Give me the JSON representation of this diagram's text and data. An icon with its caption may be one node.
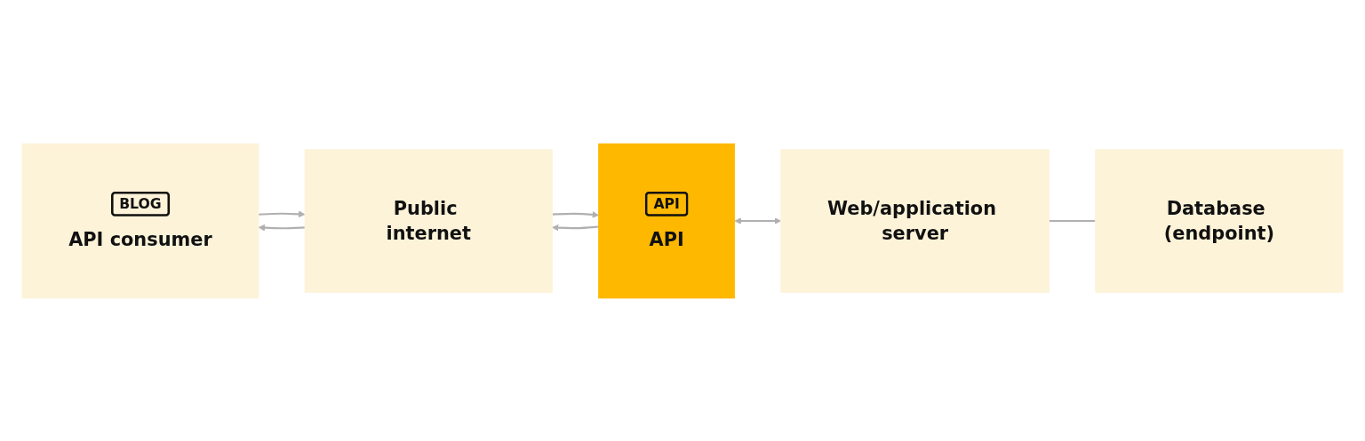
{
  "diagram": {
    "nodes": [
      {
        "text": [
          "BLOG",
          "API consumer"
        ]
      },
      {
        "text": [
          "Public internet"
        ]
      },
      {
        "text": [
          "API",
          "API"
        ]
      },
      {
        "text": [
          "Web/application server"
        ]
      },
      {
        "text": [
          "Database (endpoint)"
        ]
      }
    ],
    "edges": [
      {
        "from": 1,
        "to": 0,
        "arrow": "to"
      },
      {
        "from": 0,
        "to": 1,
        "arrow": "to"
      },
      {
        "from": 2,
        "to": 1,
        "arrow": "to"
      },
      {
        "from": 1,
        "to": 2,
        "arrow": "to"
      },
      {
        "from": 2,
        "to": 3,
        "arrow": "both"
      },
      {
        "from": 3,
        "to": 4,
        "arrow": "none"
      }
    ]
  }
}
